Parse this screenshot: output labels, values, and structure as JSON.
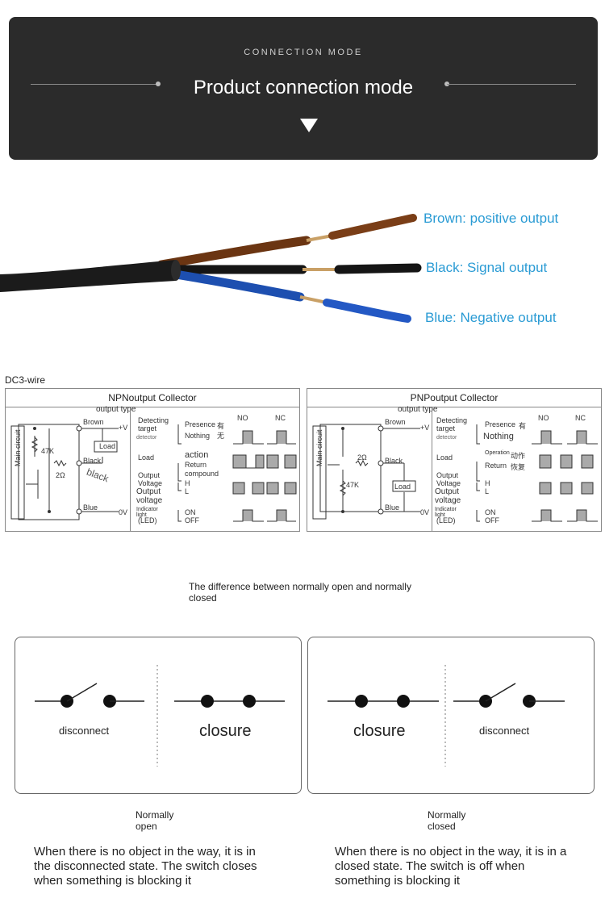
{
  "header": {
    "subtitle": "CONNECTION MODE",
    "title": "Product connection mode"
  },
  "wires": {
    "brown": "Brown: positive output",
    "black": "Black: Signal output",
    "blue": "Blue: Negative output"
  },
  "diagram": {
    "label": "DC3-wire",
    "npn": {
      "title": "NPNoutput Collector",
      "subtitle": "output type",
      "brown": "Brown",
      "black": "Black",
      "black_handwritten": "black",
      "blue": "Blue",
      "plus_v": "+V",
      "zero_v": "0V",
      "load": "Load",
      "r47k": "47K",
      "r2": "2Ω",
      "main_circuit": "Main circuit",
      "detecting_target": "Detecting target",
      "detector": "detector",
      "presence": "Presence",
      "nothing": "Nothing",
      "presence_cn": "有",
      "nothing_cn": "无",
      "load_row": "Load",
      "action": "action",
      "return_compound": "Return compound",
      "output_voltage": "Output Voltage",
      "output_voltage_2": "Output voltage",
      "h": "H",
      "l": "L",
      "indicator": "Indicator light",
      "led": "(LED)",
      "on": "ON",
      "off": "OFF",
      "no": "NO",
      "nc": "NC"
    },
    "pnp": {
      "title": "PNPoutput Collector",
      "subtitle": "output type",
      "brown": "Brown",
      "black": "Black",
      "blue": "Blue",
      "plus_v": "+V",
      "zero_v": "0V",
      "load": "Load",
      "r47k": "47K",
      "r2": "2Ω",
      "main_circuit": "Main circuit",
      "detecting_target": "Detecting target",
      "detector": "detector",
      "presence": "Presence",
      "nothing": "Nothing",
      "presence_cn": "有",
      "load_row": "Load",
      "operation": "Operation",
      "return": "Return",
      "op_cn": "动作",
      "ret_cn": "恢复",
      "output_voltage": "Output Voltage",
      "output_voltage_2": "Output voltage",
      "h": "H",
      "l": "L",
      "indicator": "Indicator light",
      "led": "(LED)",
      "on": "ON",
      "off": "OFF",
      "no": "NO",
      "nc": "NC"
    }
  },
  "difference": "The difference between normally open and normally closed",
  "switch_left": {
    "disconnect": "disconnect",
    "closure": "closure",
    "mode": "Normally open",
    "note": "When there is no object in the way, it is in the disconnected state. The switch closes when something is blocking it"
  },
  "switch_right": {
    "closure": "closure",
    "disconnect": "disconnect",
    "mode": "Normally closed",
    "note": "When there is no object in the way, it is in a closed state. The switch is off when something is blocking it"
  }
}
